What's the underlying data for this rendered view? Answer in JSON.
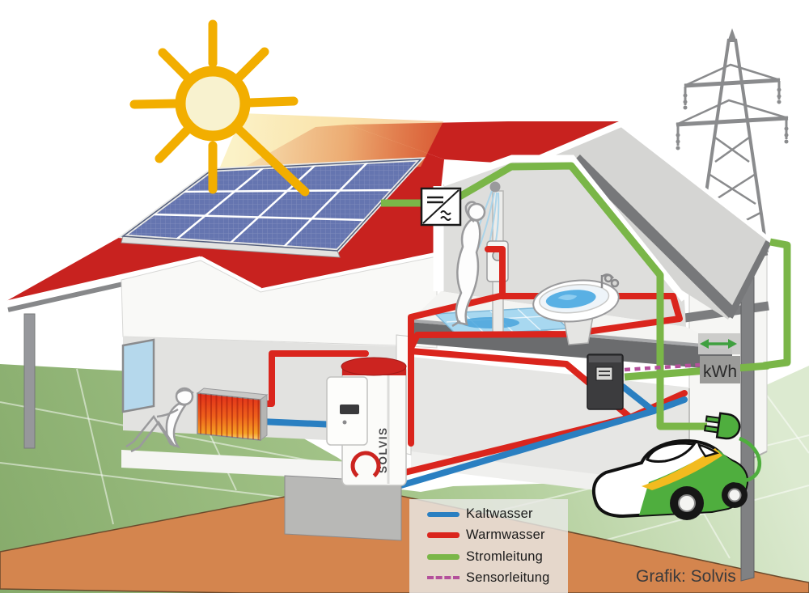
{
  "scene": {
    "credit": "Grafik: Solvis",
    "meter_label": "kWh",
    "heater_brand": "SOLVIS"
  },
  "legend": {
    "items": [
      {
        "id": "cold-water",
        "label": "Kaltwasser",
        "color": "#2a7fc1",
        "line_style": "solid"
      },
      {
        "id": "hot-water",
        "label": "Warmwasser",
        "color": "#da251d",
        "line_style": "solid"
      },
      {
        "id": "power-line",
        "label": "Stromleitung",
        "color": "#7ab648",
        "line_style": "solid"
      },
      {
        "id": "sensor-line",
        "label": "Sensorleitung",
        "color": "#b4509b",
        "line_style": "dashed"
      }
    ]
  },
  "colors": {
    "roof_red": "#c8221f",
    "sun_gold": "#f2ae00",
    "panel_blue": "#6575b0",
    "lawn_green": "#9cbf82",
    "earth_orange": "#d4854e",
    "car_green": "#4fae3e",
    "stripe_yellow": "#f2bb1f",
    "structure_gray": "#6e6f71",
    "cold_pipe": "#2a7fc1",
    "hot_pipe": "#da251d",
    "power_line": "#7ab648",
    "sensor_line": "#b4509b"
  },
  "icons": [
    "sun-icon",
    "power-pylon-icon",
    "solar-panel-array",
    "inverter-icon",
    "shower-icon",
    "bathtub-icon",
    "radiator-icon",
    "window-icon",
    "heater-unit",
    "wall-unit-box",
    "kwh-meter",
    "energy-arrow-icon",
    "power-plug-icon",
    "electric-car",
    "charging-cable"
  ]
}
